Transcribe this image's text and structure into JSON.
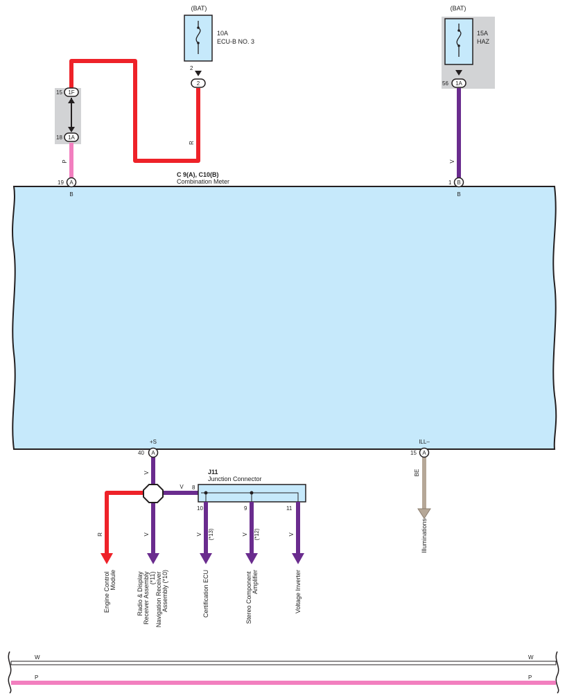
{
  "colors": {
    "red": "#ee2229",
    "violet": "#6a2c8e",
    "pink": "#f27fbf",
    "beige": "#b5a797",
    "meter_fill": "#c6e9fb",
    "fuse_fill": "#c6e9fb",
    "gray_box": "#d2d3d5",
    "outline": "#231f20"
  },
  "fuses": [
    {
      "source": "(BAT)",
      "rating": "10A",
      "name": "ECU-B NO. 3",
      "pin": "2",
      "connector": "2"
    },
    {
      "source": "(BAT)",
      "rating": "15A",
      "name": "HAZ",
      "pin": "56",
      "connector": "1A"
    }
  ],
  "left_junction": {
    "top_pin": "15",
    "top_connector": "1F",
    "bottom_pin": "18",
    "bottom_connector": "1A"
  },
  "meter": {
    "id": "C 9(A), C10(B)",
    "name": "Combination Meter",
    "pins": [
      {
        "pin": "19",
        "connector": "A",
        "side": "B",
        "wire": "P"
      },
      {
        "pin": "1",
        "connector": "B",
        "side": "B",
        "wire": "V"
      },
      {
        "pin": "40",
        "connector": "A",
        "terminal": "+S",
        "wire": "V"
      },
      {
        "pin": "15",
        "connector": "A",
        "terminal": "ILL–",
        "wire": "BE"
      }
    ]
  },
  "wire_labels": {
    "red_feed": "R",
    "junction_feed": "V",
    "junction_in_pin": "8"
  },
  "junction_connector": {
    "id": "J11",
    "name": "Junction Connector"
  },
  "outputs": [
    {
      "wire": "R",
      "pin": "",
      "note": "",
      "lines": [
        "Engine Control",
        "Module"
      ]
    },
    {
      "wire": "V",
      "pin": "",
      "note": "",
      "lines": [
        "Radio & Display",
        "Receiver Assembly",
        "(*11)",
        "Navigation Receiver",
        "Assembly (*10)"
      ]
    },
    {
      "wire": "V",
      "pin": "10",
      "note": "(*13)",
      "lines": [
        "Certification ECU"
      ]
    },
    {
      "wire": "V",
      "pin": "9",
      "note": "(*12)",
      "lines": [
        "Stereo Component",
        "Amplifier"
      ]
    },
    {
      "wire": "V",
      "pin": "11",
      "note": "",
      "lines": [
        "Voltage Inverter"
      ]
    },
    {
      "wire": "BE",
      "pin": "",
      "note": "",
      "lines": [
        "Illuminations"
      ]
    }
  ],
  "bus": {
    "top_left": "W",
    "top_right": "W",
    "bottom_left": "P",
    "bottom_right": "P"
  }
}
